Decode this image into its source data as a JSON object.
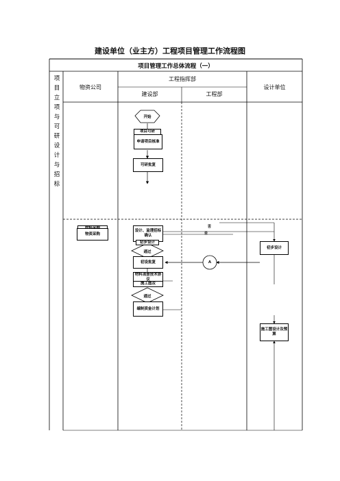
{
  "doc_title": "建设单位（业主方）工程项目管理工作流程图",
  "table": {
    "header": "项目管理工作总体流程（一）",
    "phase_label": "项目立项与可研设计与招标",
    "col_materials": "物资公司",
    "col_command": "工程指挥部",
    "col_construction": "建设部",
    "col_engineering": "工程部",
    "col_design": "设计单位"
  },
  "flow": {
    "start": "开始",
    "project_proposal": "项目可研",
    "apply_approval": "申请项目核准",
    "feasibility_approval": "可研批复",
    "material_purchase_hidden": "材料采购",
    "material_purchase": "物资采购",
    "design_supervision": "设计、监理招标确认",
    "design_confirm": "初步设计",
    "pass_1": "通过",
    "preliminary_approval": "初设批复",
    "material_report": "材料清册技术协议",
    "construction_drawing": "施工图及",
    "pass_2": "通过",
    "fund_plan": "编制资金计划",
    "prelim_design": "初步设计",
    "construction_design": "施工图设计及预算",
    "connector": "A",
    "no_1": "否",
    "no_2": "否"
  }
}
